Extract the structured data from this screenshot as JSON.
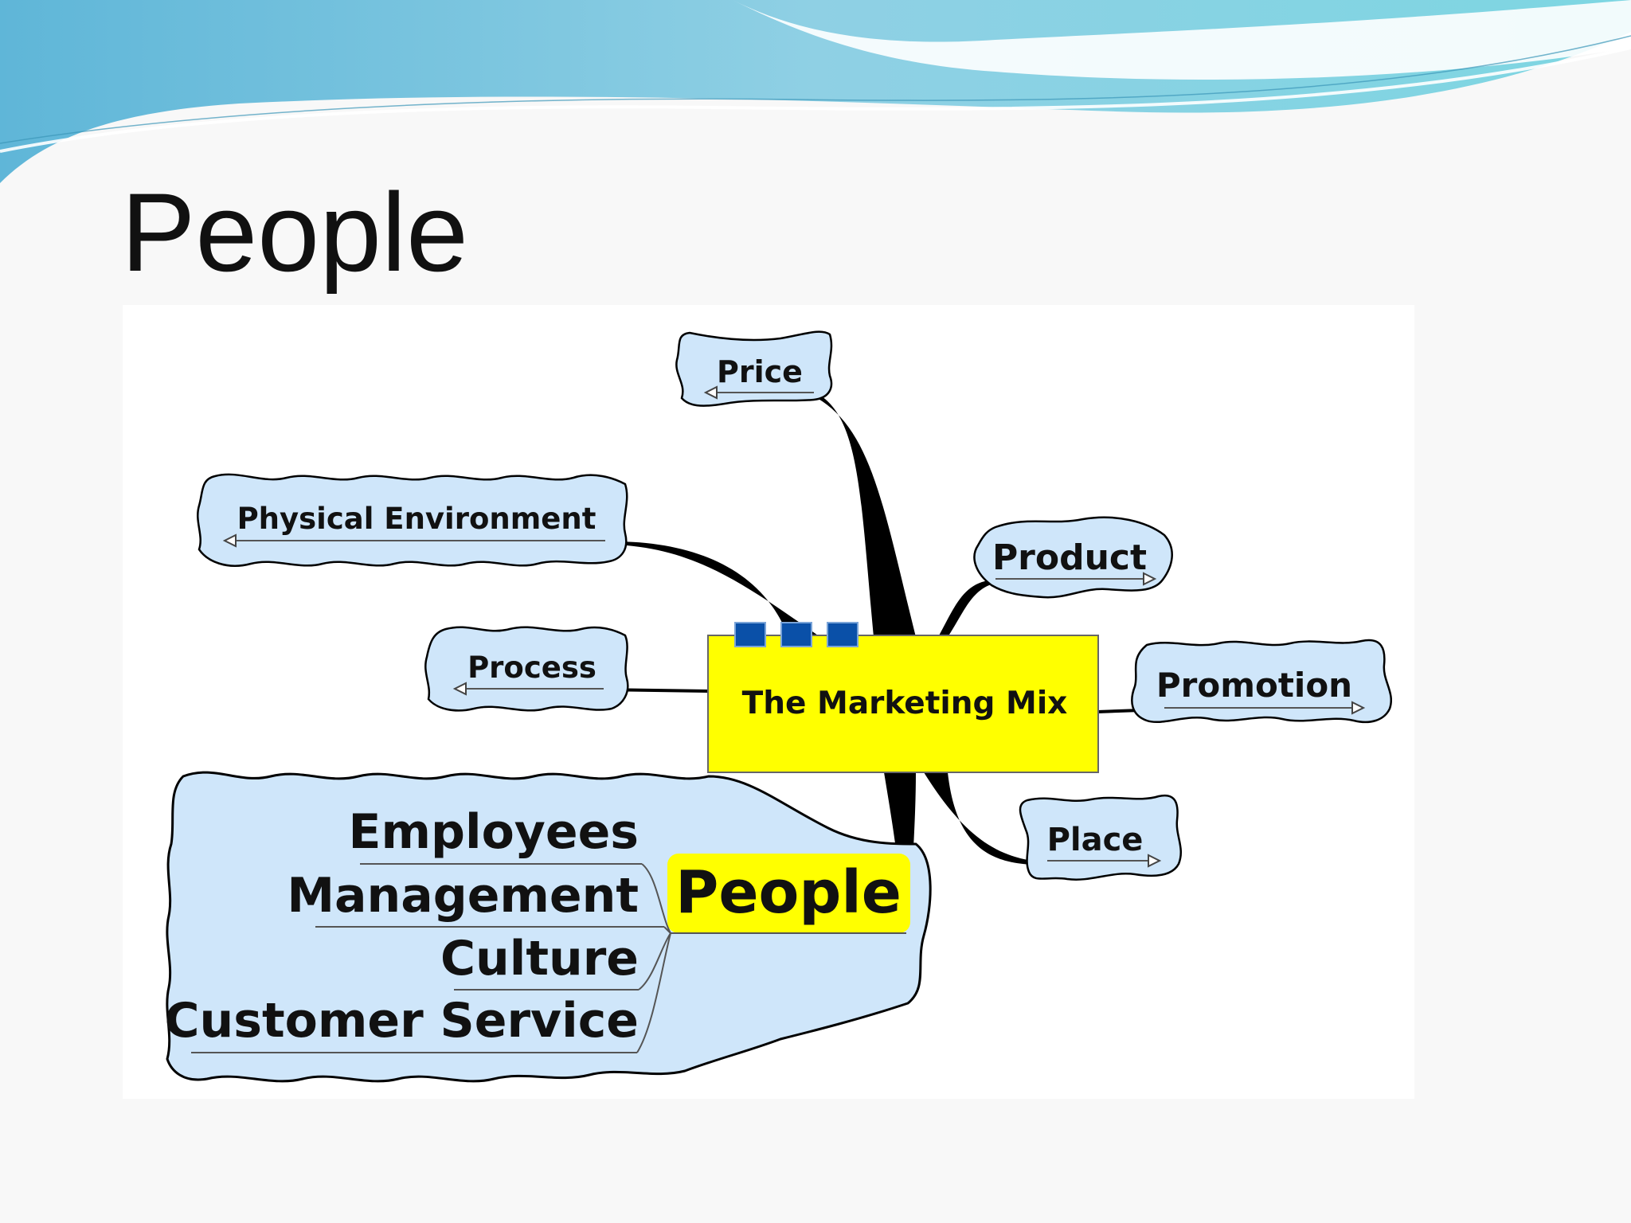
{
  "slide": {
    "title": "People"
  },
  "diagram": {
    "center": "The Marketing Mix",
    "branches": {
      "price": "Price",
      "physical_environment": "Physical Environment",
      "product": "Product",
      "process": "Process",
      "promotion": "Promotion",
      "place": "Place",
      "people": "People"
    },
    "people_items": [
      "Employees",
      "Management",
      "Culture",
      "Customer Service"
    ]
  },
  "colors": {
    "cloud_fill": "#cfe6fa",
    "center_fill": "#ffff00",
    "handle_fill": "#0a50a8",
    "header_wave": "#7ec9e0"
  }
}
